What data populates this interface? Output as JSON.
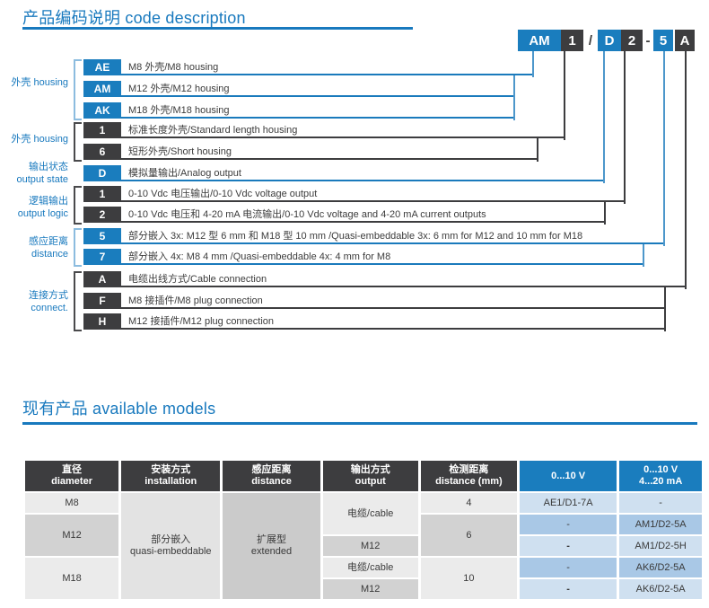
{
  "titles": {
    "code_section": "产品编码说明 code description",
    "models_section": "现有产品 available models"
  },
  "code_example": {
    "segments": [
      {
        "text": "AM",
        "type": "blue"
      },
      {
        "text": "1",
        "type": "dark"
      },
      {
        "text": "/",
        "type": "plain"
      },
      {
        "text": "D",
        "type": "blue"
      },
      {
        "text": "2",
        "type": "dark"
      },
      {
        "text": "-",
        "type": "plain"
      },
      {
        "text": "5",
        "type": "blue"
      },
      {
        "text": "A",
        "type": "dark"
      }
    ]
  },
  "code_groups": [
    {
      "label": "外壳 housing",
      "rows": [
        {
          "code": "AE",
          "desc": "M8 外壳/M8 housing"
        },
        {
          "code": "AM",
          "desc": "M12 外壳/M12 housing"
        },
        {
          "code": "AK",
          "desc": "M18 外壳/M18 housing"
        }
      ]
    },
    {
      "label": "外壳 housing",
      "rows": [
        {
          "code": "1",
          "desc": "标准长度外壳/Standard length housing"
        },
        {
          "code": "6",
          "desc": "短形外壳/Short housing"
        }
      ]
    },
    {
      "label_zh": "输出状态",
      "label_en": "output state",
      "rows": [
        {
          "code": "D",
          "desc": "模拟量输出/Analog output"
        }
      ]
    },
    {
      "label_zh": "逻辑输出",
      "label_en": "output logic",
      "rows": [
        {
          "code": "1",
          "desc": "0-10 Vdc 电压输出/0-10 Vdc voltage output"
        },
        {
          "code": "2",
          "desc": "0-10 Vdc 电压和 4-20 mA 电流输出/0-10 Vdc voltage and 4-20 mA current outputs"
        }
      ]
    },
    {
      "label_zh": "感应距离",
      "label_en": "distance",
      "rows": [
        {
          "code": "5",
          "desc": "部分嵌入 3x: M12 型 6 mm 和 M18 型 10 mm /Quasi-embeddable 3x: 6 mm for M12 and 10 mm for M18"
        },
        {
          "code": "7",
          "desc": "部分嵌入 4x: M8 4 mm /Quasi-embeddable 4x: 4 mm for M8"
        }
      ]
    },
    {
      "label_zh": "连接方式",
      "label_en": "connect.",
      "rows": [
        {
          "code": "A",
          "desc": "电缆出线方式/Cable connection"
        },
        {
          "code": "F",
          "desc": "M8 接插件/M8 plug connection"
        },
        {
          "code": "H",
          "desc": "M12 接插件/M12 plug connection"
        }
      ]
    }
  ],
  "models_table": {
    "headers": [
      {
        "line1": "直径",
        "line2": "diameter"
      },
      {
        "line1": "安装方式",
        "line2": "installation"
      },
      {
        "line1": "感应距离",
        "line2": "distance"
      },
      {
        "line1": "输出方式",
        "line2": "output"
      },
      {
        "line1": "检测距离",
        "line2": "distance (mm)"
      },
      {
        "line1": "0...10 V",
        "line2": ""
      },
      {
        "line1": "0...10 V",
        "line2": "4...20 mA"
      }
    ],
    "cells": {
      "diameter": [
        "M8",
        "M12",
        "M18"
      ],
      "installation_zh": "部分嵌入",
      "installation_en": "quasi-embeddable",
      "sensing_zh": "扩展型",
      "sensing_en": "extended",
      "output": [
        "电缆/cable",
        "M12",
        "电缆/cable",
        "M12"
      ],
      "detect": [
        "4",
        "6",
        "10"
      ],
      "col_0_10v": [
        "AE1/D1-7A",
        "-",
        "-",
        "-",
        "-"
      ],
      "col_0_10v_4_20ma": [
        "-",
        "AM1/D2-5A",
        "AM1/D2-5H",
        "AK6/D2-5A",
        "AK6/D2-5A"
      ]
    }
  },
  "colors": {
    "accent_blue": "#1a7dbe",
    "dark_gray": "#3d3d3f",
    "title_blue": "#1879be",
    "table_light_blue": "#cfe0f0",
    "table_mid_blue": "#a9c8e6"
  }
}
